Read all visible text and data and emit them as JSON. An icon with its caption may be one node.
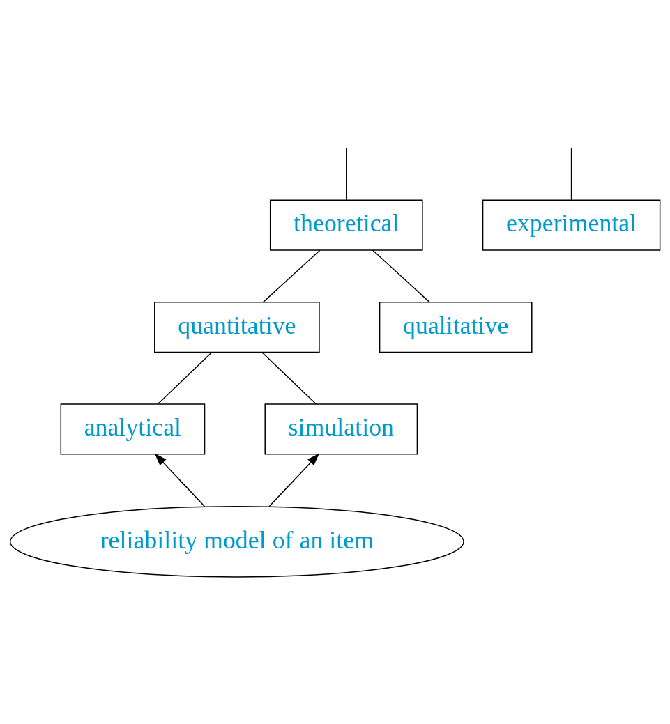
{
  "diagram": {
    "nodes": [
      {
        "text": [
          "theoretical"
        ]
      },
      {
        "text": [
          "experimental"
        ]
      },
      {
        "text": [
          "quantitative"
        ]
      },
      {
        "text": [
          "qualitative"
        ]
      },
      {
        "text": [
          "analytical"
        ]
      },
      {
        "text": [
          "simulation"
        ]
      },
      {
        "text": [
          "reliability model of an item"
        ]
      }
    ],
    "edges": [
      {
        "from": null,
        "to": 0,
        "arrow": "none"
      },
      {
        "from": null,
        "to": 1,
        "arrow": "none"
      },
      {
        "from": 0,
        "to": 2,
        "arrow": "none"
      },
      {
        "from": 0,
        "to": 3,
        "arrow": "none"
      },
      {
        "from": 2,
        "to": 4,
        "arrow": "none"
      },
      {
        "from": 2,
        "to": 5,
        "arrow": "none"
      },
      {
        "from": 6,
        "to": 4,
        "arrow": "to"
      },
      {
        "from": 6,
        "to": 5,
        "arrow": "to"
      }
    ]
  }
}
